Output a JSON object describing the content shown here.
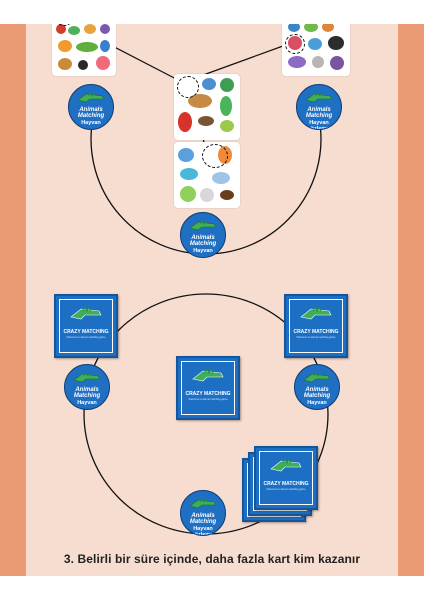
{
  "coin": {
    "title_line1": "Animals",
    "title_line2": "Matching",
    "subtitle": "Hayvan",
    "subtitle_full": "Hayvan gözlemci"
  },
  "crazy_card": {
    "title": "CRAZY MATCHING",
    "subtitle": "Welcome to animal matching game"
  },
  "caption": "3. Belirli bir süre içinde, daha fazla kart kim kazanır",
  "colors": {
    "side_band": "#eb9b73",
    "panel": "#f7ddd0",
    "coin_blue": "#1f6fc2",
    "croc_green": "#3fae5a"
  },
  "icons": [
    "crocodile-icon"
  ]
}
